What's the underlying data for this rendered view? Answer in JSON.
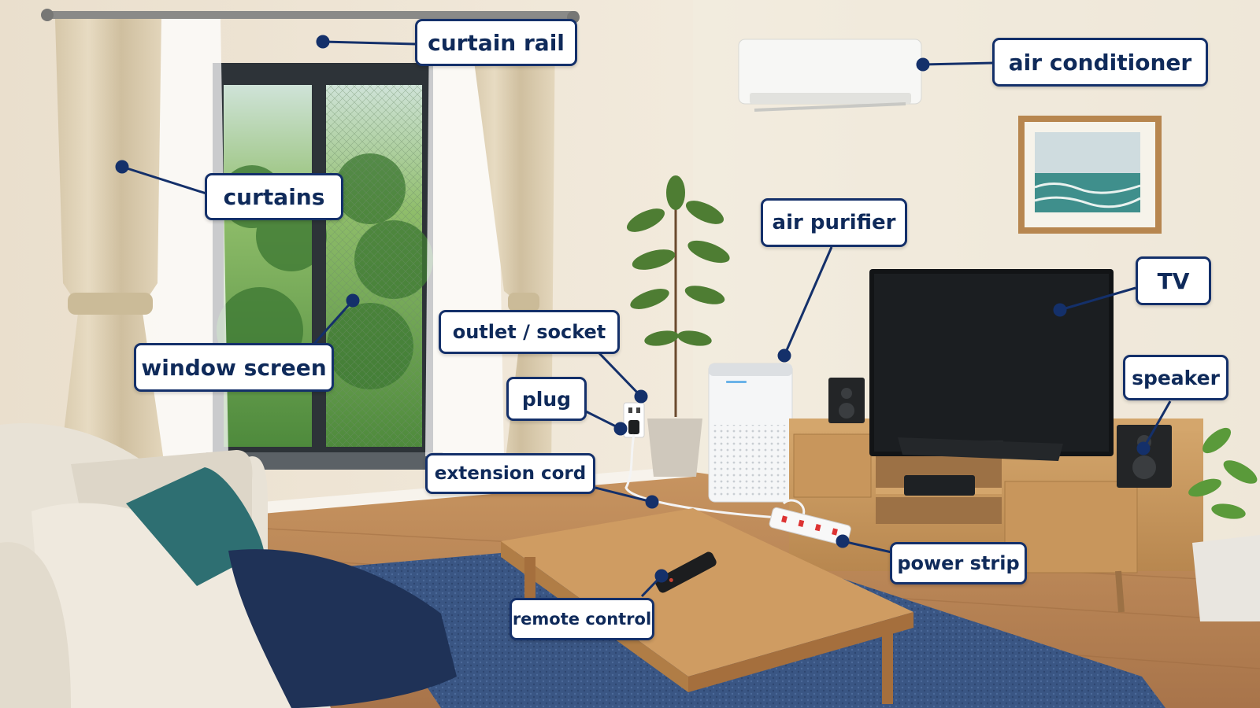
{
  "labels": {
    "curtain_rail": "curtain rail",
    "air_conditioner": "air conditioner",
    "curtains": "curtains",
    "air_purifier": "air purifier",
    "tv": "TV",
    "outlet_socket": "outlet / socket",
    "window_screen": "window screen",
    "speaker": "speaker",
    "plug": "plug",
    "extension_cord": "extension cord",
    "power_strip": "power strip",
    "remote_control": "remote control"
  },
  "colors": {
    "wall": "#efe6d6",
    "floor": "#b98456",
    "rug": "#3a5684",
    "label_border": "#14306a",
    "label_text": "#0f2a5a",
    "leader_line": "#14306a",
    "wood": "#c89a62"
  }
}
